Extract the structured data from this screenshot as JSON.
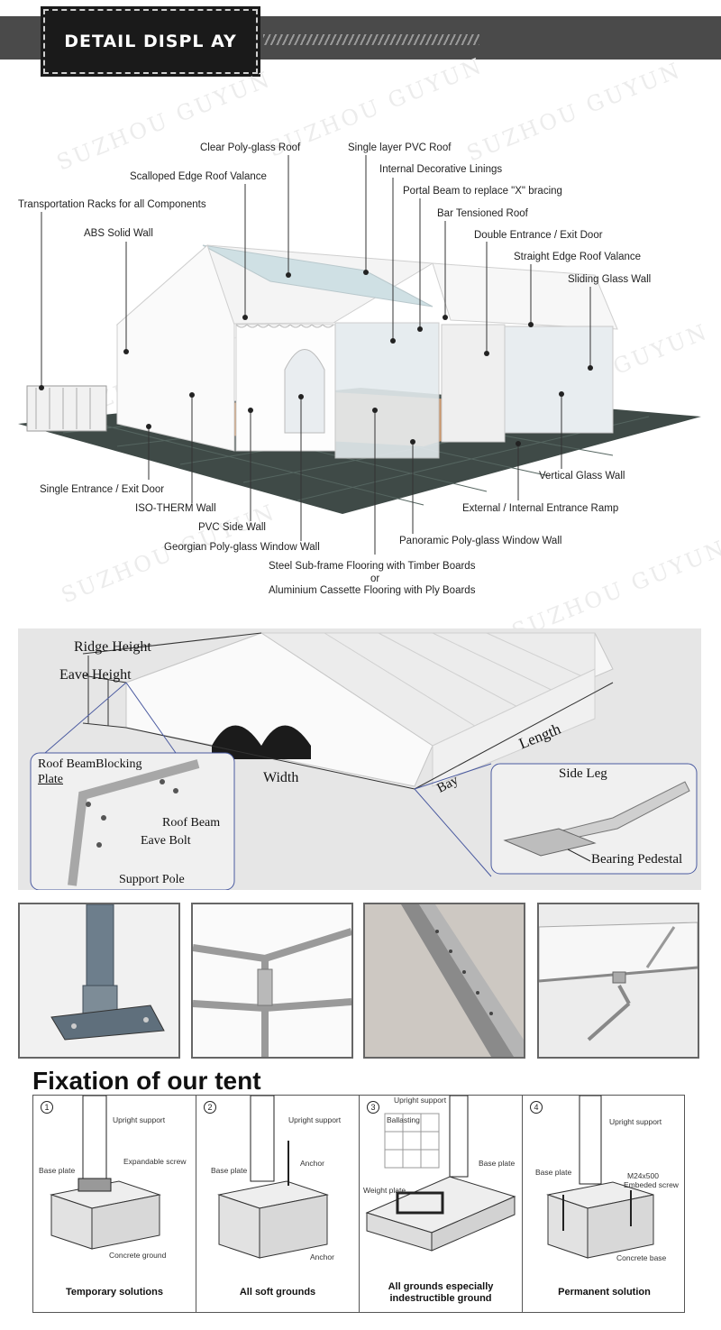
{
  "header": {
    "title": "DETAIL DISPL AY"
  },
  "watermark": {
    "text": "SUZHOU GUYUN"
  },
  "tent_labels": {
    "clear_roof": "Clear Poly-glass Roof",
    "single_pvc_roof": "Single layer PVC Roof",
    "internal_linings": "Internal Decorative Linings",
    "scalloped_valance": "Scalloped Edge Roof Valance",
    "portal_beam": "Portal Beam to replace \"X\" bracing",
    "transport_racks": "Transportation Racks for all Components",
    "bar_tensioned": "Bar Tensioned Roof",
    "abs_wall": "ABS Solid Wall",
    "double_entrance": "Double Entrance / Exit Door",
    "straight_valance": "Straight Edge Roof Valance",
    "sliding_glass": "Sliding Glass Wall",
    "vertical_glass": "Vertical Glass Wall",
    "single_entrance": "Single Entrance / Exit Door",
    "ramp": "External / Internal Entrance Ramp",
    "iso_therm": "ISO-THERM Wall",
    "pvc_side": "PVC Side Wall",
    "panoramic": "Panoramic Poly-glass Window Wall",
    "georgian": "Georgian Poly-glass Window Wall",
    "steel_floor": "Steel Sub-frame Flooring with Timber Boards",
    "or": "or",
    "alu_floor": "Aluminium Cassette Flooring with Ply Boards"
  },
  "dimensions": {
    "ridge_height": "Ridge Height",
    "eave_height": "Eave Height",
    "width": "Width",
    "length": "Length",
    "bay": "Bay",
    "roof_beam_blocking": "Roof BeamBlocking",
    "plate": "Plate",
    "roof_beam": "Roof  Beam",
    "eave_bolt": "Eave Bolt",
    "support_pole": "Support Pole",
    "side_leg": "Side Leg",
    "bearing_pedestal": "Bearing Pedestal"
  },
  "fixation": {
    "title": "Fixation of our tent",
    "panels": [
      {
        "num": "1",
        "labels": [
          "Upright support",
          "Expandable screw",
          "Base plate",
          "Concrete ground"
        ],
        "caption": [
          "Temporary solutions"
        ]
      },
      {
        "num": "2",
        "labels": [
          "Upright support",
          "Anchor",
          "Base plate",
          "Anchor"
        ],
        "caption": [
          "All soft grounds"
        ]
      },
      {
        "num": "3",
        "labels": [
          "Upright support",
          "Ballasting",
          "Base plate",
          "Weight plate"
        ],
        "caption": [
          "All grounds especially",
          "indestructible ground"
        ]
      },
      {
        "num": "4",
        "labels": [
          "Upright support",
          "M24x500",
          "Embeded screw",
          "Base plate",
          "Concrete base"
        ],
        "caption": [
          "Permanent solution"
        ]
      }
    ]
  },
  "colors": {
    "banner": "#4a4a4a",
    "tag": "#1a1a1a",
    "floor": "#3e4a47",
    "wood": "#c9956a",
    "frame_blue": "#5a7aa8"
  }
}
